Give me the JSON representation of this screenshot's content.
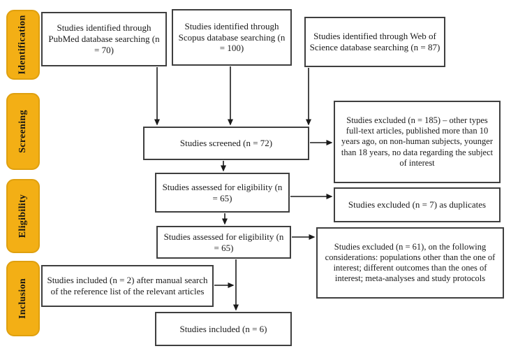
{
  "stages": [
    {
      "label": "Identification"
    },
    {
      "label": "Screening"
    },
    {
      "label": "Eligibility"
    },
    {
      "label": "Inclusion"
    }
  ],
  "boxes": {
    "pubmed": "Studies identified through PubMed database searching (n = 70)",
    "scopus": "Studies identified through Scopus database searching (n = 100)",
    "web_of_science": "Studies identified through Web of Science database searching (n = 87)",
    "screened": "Studies screened (n = 72)",
    "excluded_screening": "Studies excluded (n = 185) – other types full-text articles, published more than 10 years ago, on non-human subjects, younger than 18 years, no data regarding the subject of interest",
    "assessed_first": "Studies assessed for eligibility (n = 65)",
    "excluded_duplicates": "Studies excluded (n = 7) as duplicates",
    "assessed_second": "Studies assessed for eligibility (n = 65)",
    "excluded_considerations": "Studies excluded (n = 61), on the following considerations: populations other than the one of interest; different outcomes than the ones of interest; meta-analyses and study protocols",
    "included_manual": "Studies included (n = 2) after manual search of the reference list of the relevant articles",
    "included_final": "Studies included (n = 6)"
  },
  "colors": {
    "stage_fill": "#F3AF15",
    "stage_border": "#DFA00F",
    "box_border": "#3F3F3F",
    "arrow": "#1A1A1A",
    "background": "#FFFFFF"
  }
}
